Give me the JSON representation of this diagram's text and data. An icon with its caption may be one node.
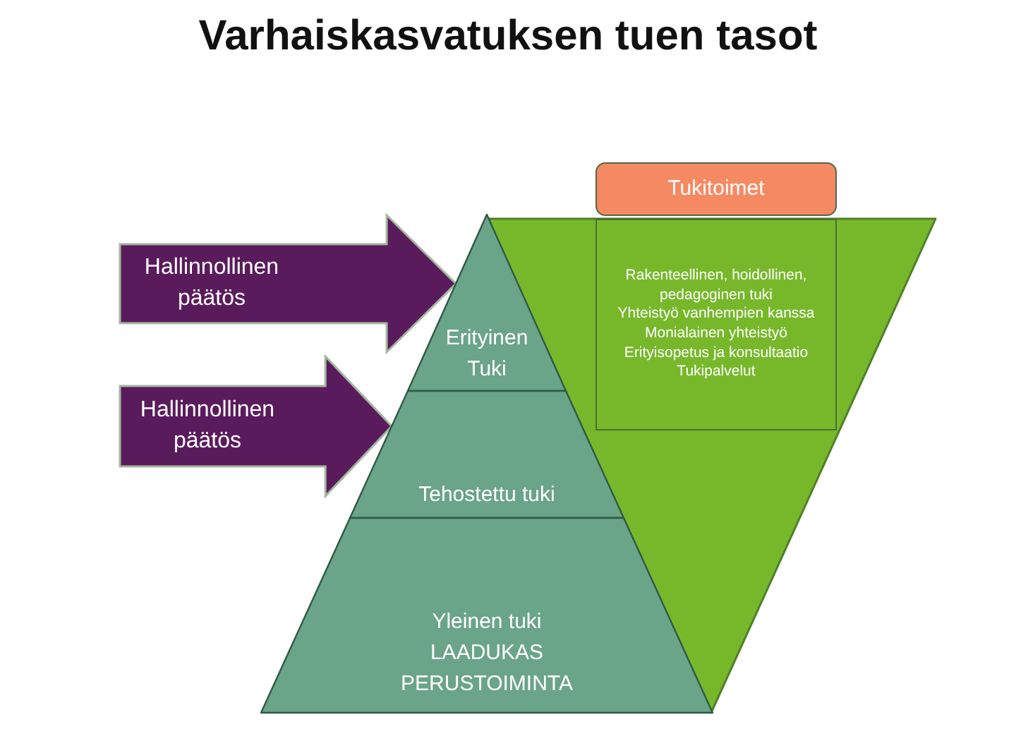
{
  "diagram": {
    "title": "Varhaiskasvatuksen tuen tasot",
    "nodes": [
      {
        "text": [
          "Erityinen Tuki"
        ]
      },
      {
        "text": [
          "Tehostettu tuki"
        ]
      },
      {
        "text": [
          "Yleinen tuki",
          "LAADUKAS PERUSTOIMINTA"
        ]
      },
      {
        "text": [
          "Tukitoimet"
        ]
      },
      {
        "text": [],
        "shape": "triangle"
      },
      {
        "text": [
          "Rakenteellinen, hoidollinen, pedagoginen tuki",
          "Yhteistyö vanhempien kanssa",
          "Monialainen yhteistyö",
          "Erityisopetus ja konsultaatio",
          "Tukipalvelut"
        ],
        "in": 4
      }
    ],
    "edges": [
      {
        "from": null,
        "to": 0,
        "arrow": "to",
        "label": "Hallinnollinen päätös"
      },
      {
        "from": null,
        "to": 1,
        "arrow": "to",
        "label": "Hallinnollinen päätös"
      }
    ]
  }
}
